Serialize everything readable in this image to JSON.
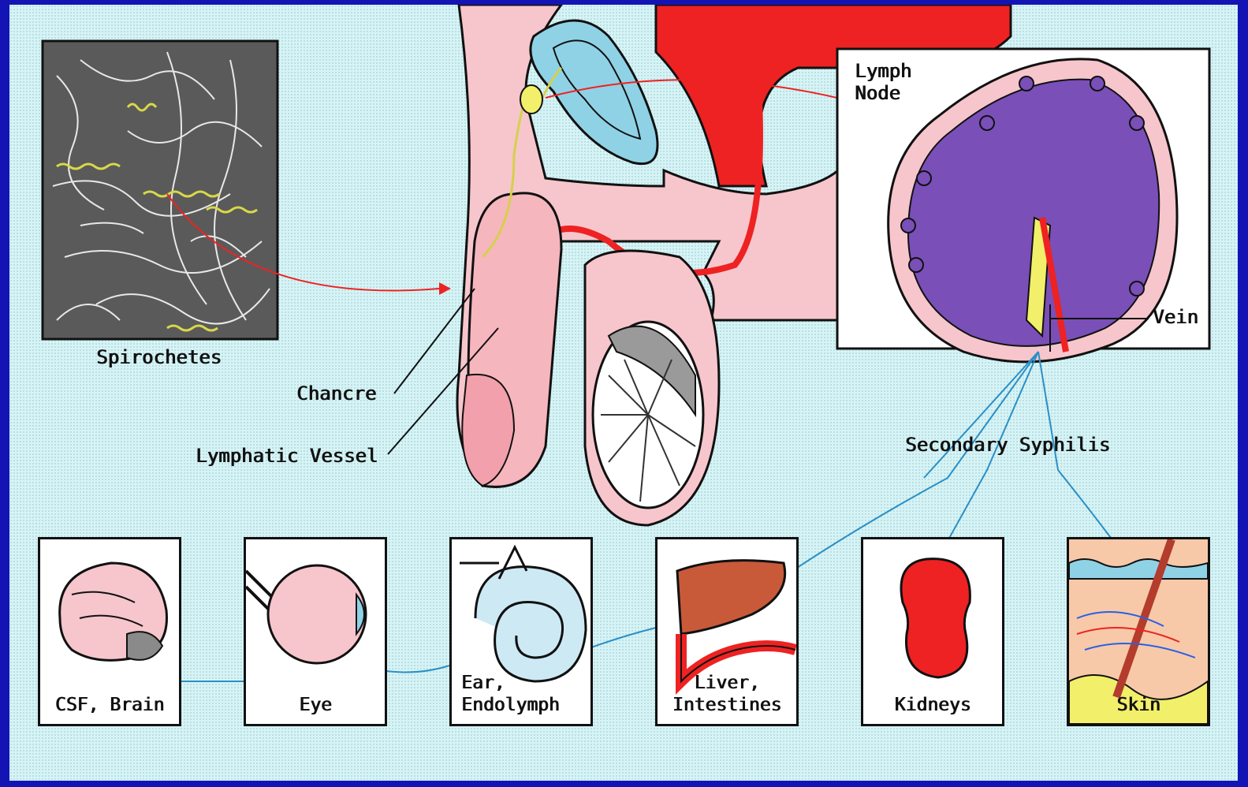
{
  "labels": {
    "spirochetes": "Spirochetes",
    "chancre": "Chancre",
    "lymphatic_vessel": "Lymphatic Vessel",
    "lymph_node": "Lymph\nNode",
    "vein": "Vein",
    "secondary_syphilis": "Secondary Syphilis"
  },
  "organs": [
    {
      "label": "CSF, Brain"
    },
    {
      "label": "Eye"
    },
    {
      "label": "Ear,\nEndolymph"
    },
    {
      "label": "Liver,\nIntestines"
    },
    {
      "label": "Kidneys"
    },
    {
      "label": "Skin"
    }
  ],
  "colors": {
    "frame": "#1414b4",
    "background": "#d6f4f6",
    "tissue_pink": "#f6c6cc",
    "artery_red": "#ee2222",
    "lymph_purple": "#7a4fb8",
    "yellow": "#f2ef6a",
    "blue_line": "#2a8fc6"
  }
}
